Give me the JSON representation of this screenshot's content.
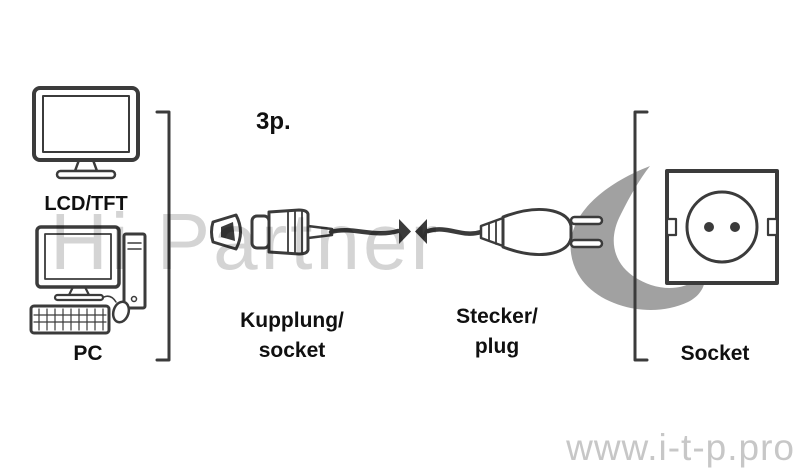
{
  "diagram": {
    "computer_label": "LCD/TFT",
    "pc_label": "PC",
    "pin_count": "3p.",
    "coupling": {
      "line1": "Kupplung/",
      "line2": "socket"
    },
    "plug": {
      "line1": "Stecker/",
      "line2": "plug"
    },
    "socket_label": "Socket"
  },
  "watermark": {
    "brand": "Hi Partner",
    "site": "www.i-t-p.pro"
  },
  "colors": {
    "line": "#3b3b3b",
    "text": "#101010",
    "watermark": "#c7c7c7",
    "swoosh": "#9c9c9c"
  }
}
